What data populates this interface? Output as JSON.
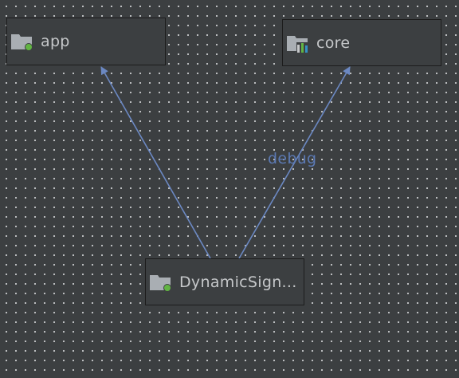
{
  "diagram": {
    "nodes": [
      {
        "id": "app",
        "label": "app",
        "icon": "folder-module-icon"
      },
      {
        "id": "core",
        "label": "core",
        "icon": "library-module-icon"
      },
      {
        "id": "dyn",
        "label": "DynamicSign..."
      }
    ],
    "edges": [
      {
        "from": "dyn",
        "to": "app",
        "label": ""
      },
      {
        "from": "dyn",
        "to": "core",
        "label": "debug"
      }
    ]
  },
  "colors": {
    "background": "#3c3f41",
    "grid_dot": "#c9cbcd",
    "node_border": "#1c1c1c",
    "text": "#c6c8ca",
    "edge": "#6b88c2",
    "edge_label": "#5b79b3",
    "folder": "#a9aeb3",
    "status_dot": "#62b543"
  }
}
